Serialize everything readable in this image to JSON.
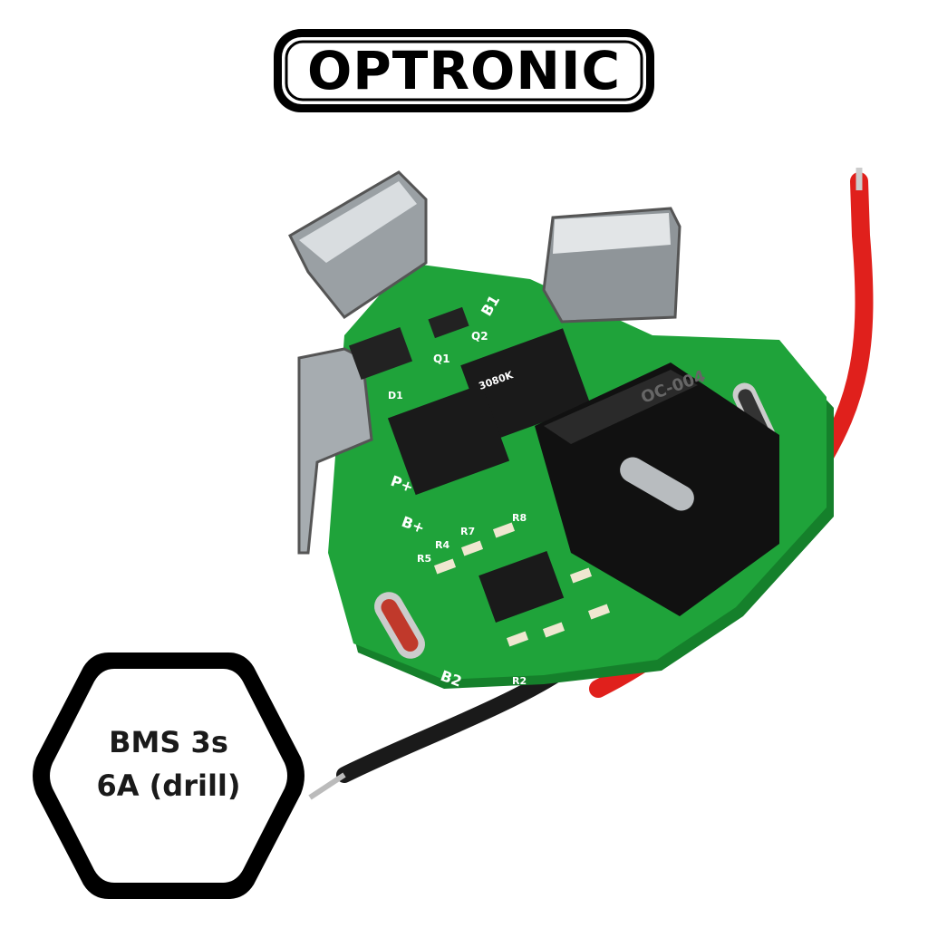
{
  "logo": {
    "text": "OPTRONIC"
  },
  "badge": {
    "line1": "BMS 3s",
    "line2": "6A (drill)"
  },
  "board_labels": {
    "b1": "B1",
    "b2": "B2",
    "p_plus": "P+",
    "b_plus": "B+",
    "q1": "Q1",
    "q2": "Q2",
    "d1": "D1",
    "r4": "R4",
    "r5": "R5",
    "r7": "R7",
    "r8": "R8",
    "r2": "R2",
    "mosfet_code": "3080K",
    "connector": "OC-004"
  },
  "colors": {
    "pcb": "#1fa33a",
    "pcb_dark": "#15802b",
    "wire_red": "#e0201c",
    "wire_black": "#1a1a1a"
  }
}
